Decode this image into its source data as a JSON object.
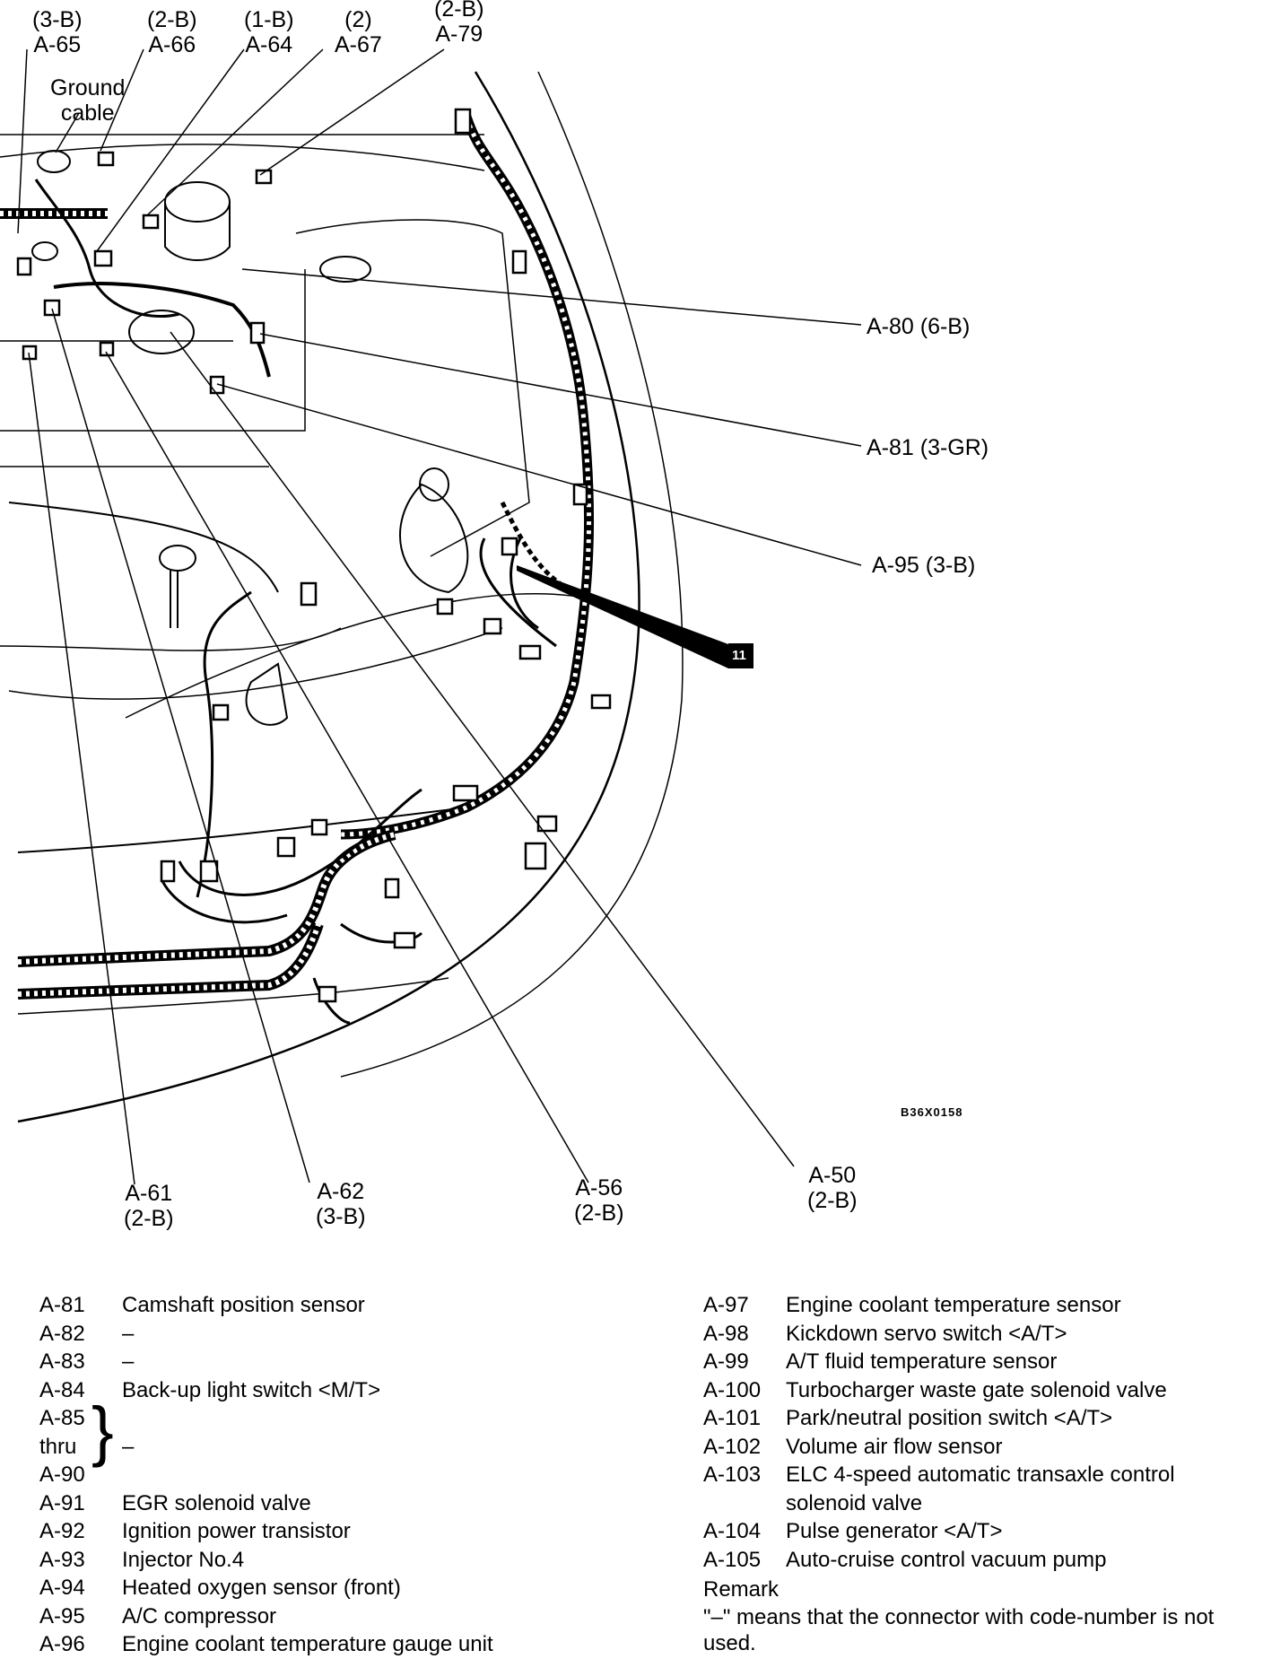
{
  "top_callouts": [
    {
      "spec": "(3-B)",
      "code": "A-65"
    },
    {
      "spec": "(2-B)",
      "code": "A-66"
    },
    {
      "spec": "(1-B)",
      "code": "A-64"
    },
    {
      "spec": "(2)",
      "code": "A-67"
    },
    {
      "spec": "(2-B)",
      "code": "A-79"
    }
  ],
  "ground_label": [
    "Ground",
    "cable"
  ],
  "right_callouts": [
    "A-80 (6-B)",
    "A-81 (3-GR)",
    "A-95 (3-B)"
  ],
  "view_marker": "11",
  "image_ref": "B36X0158",
  "bottom_callouts": [
    {
      "code": "A-61",
      "spec": "(2-B)"
    },
    {
      "code": "A-62",
      "spec": "(3-B)"
    },
    {
      "code": "A-56",
      "spec": "(2-B)"
    },
    {
      "code": "A-50",
      "spec": "(2-B)"
    }
  ],
  "legend_left": [
    {
      "code": "A-81",
      "desc": "Camshaft position sensor"
    },
    {
      "code": "A-82",
      "desc": "–"
    },
    {
      "code": "A-83",
      "desc": "–"
    },
    {
      "code": "A-84",
      "desc": "Back-up light switch <M/T>"
    },
    {
      "code": "A-85",
      "desc": ""
    },
    {
      "code": "thru",
      "desc": "–"
    },
    {
      "code": "A-90",
      "desc": ""
    },
    {
      "code": "A-91",
      "desc": "EGR solenoid valve"
    },
    {
      "code": "A-92",
      "desc": "Ignition power transistor"
    },
    {
      "code": "A-93",
      "desc": "Injector No.4"
    },
    {
      "code": "A-94",
      "desc": "Heated oxygen sensor (front)"
    },
    {
      "code": "A-95",
      "desc": "A/C compressor"
    },
    {
      "code": "A-96",
      "desc": "Engine coolant temperature gauge unit"
    }
  ],
  "legend_right": [
    {
      "code": "A-97",
      "desc": "Engine coolant temperature sensor"
    },
    {
      "code": "A-98",
      "desc": "Kickdown servo switch <A/T>"
    },
    {
      "code": "A-99",
      "desc": "A/T fluid temperature sensor"
    },
    {
      "code": "A-100",
      "desc": "Turbocharger waste gate solenoid valve"
    },
    {
      "code": "A-101",
      "desc": "Park/neutral position switch <A/T>"
    },
    {
      "code": "A-102",
      "desc": "Volume air flow sensor"
    },
    {
      "code": "A-103",
      "desc": "ELC 4-speed automatic transaxle control"
    },
    {
      "code": "",
      "desc": "solenoid valve"
    },
    {
      "code": "A-104",
      "desc": "Pulse generator <A/T>"
    },
    {
      "code": "A-105",
      "desc": "Auto-cruise control vacuum pump"
    }
  ],
  "remark": {
    "title": "Remark",
    "text": "\"–\" means that the connector with code-number is not used."
  }
}
